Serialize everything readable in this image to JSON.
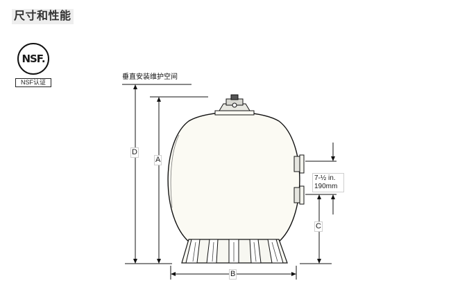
{
  "page": {
    "title": "尺寸和性能"
  },
  "certification": {
    "logo_text": "NSF.",
    "caption": "NSF认证"
  },
  "diagram": {
    "vertical_clearance_label": "垂直安装维护空间",
    "dimension_labels": {
      "D": "D",
      "A": "A",
      "B": "B",
      "C": "C"
    },
    "port_spacing": {
      "imperial": "7-½ in.",
      "metric": "190mm"
    }
  }
}
